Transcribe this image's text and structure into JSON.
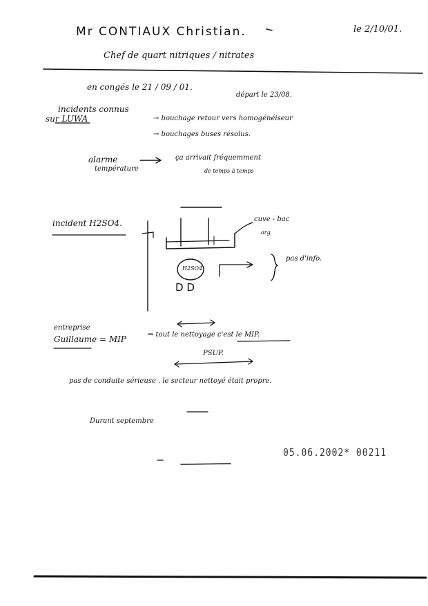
{
  "header": {
    "name": "Mr CONTIAUX Christian.",
    "date": "le 2/10/01.",
    "role": "Chef de quart nitriques / nitrates"
  },
  "notes": {
    "leave": "en congés le 21 / 09 / 01.",
    "departure": "départ le 23/08.",
    "luwa_title_1": "incidents connus",
    "luwa_title_2": "sur LUWA",
    "luwa_item_1": "→ bouchage retour vers homogénéiseur",
    "luwa_item_2": "→ bouchages buses résolus.",
    "alarm_label_1": "alarme",
    "alarm_label_2": "température",
    "alarm_desc_1": "ça arrivait fréquemment",
    "alarm_desc_2": "de temps à temps",
    "h2so4_title": "incident H2SO4.",
    "diagram_label_1": "cuve - bac",
    "diagram_label_2": "arg",
    "circle_label": "H2SO4",
    "pumps_label": "D D",
    "brace_note": "pas d'info.",
    "company_1": "entreprise",
    "company_2": "Guillaume = MIP",
    "company_desc": "⇒ tout le nettoyage c'est le MIP.",
    "psup": "PSUP.",
    "conduct": "pas de conduite sérieuse . le secteur nettoyé était propre.",
    "september": "Durant septembre"
  },
  "stamp": {
    "text": "05.06.2002* 00211"
  }
}
